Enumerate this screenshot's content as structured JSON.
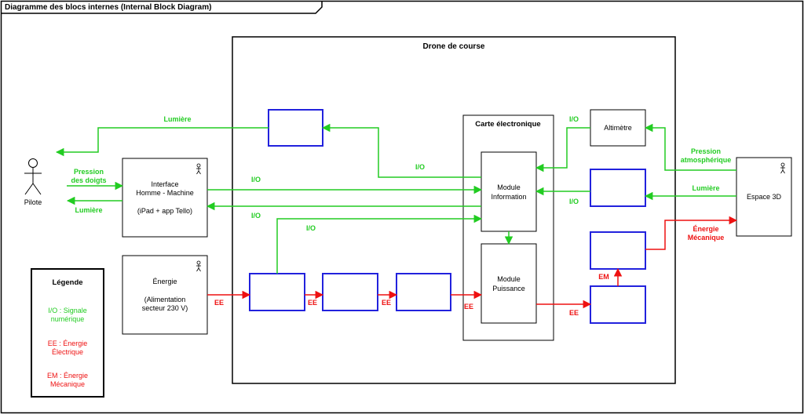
{
  "frame": {
    "title": "Diagramme des blocs internes (Internal Block Diagram)"
  },
  "system": {
    "title": "Drone de course"
  },
  "carte": {
    "title": "Carte électronique"
  },
  "blocks": {
    "module_info": [
      "Module",
      "Information"
    ],
    "module_puissance": [
      "Module",
      "Puissance"
    ],
    "altimetre": "Altimètre"
  },
  "actors": {
    "pilote": "Pilote",
    "ihm": [
      "Interface",
      "Homme - Machine",
      "(iPad + app Tello)"
    ],
    "energie": [
      "Énergie",
      "(Alimentation",
      "secteur 230 V)"
    ],
    "espace": "Espace 3D"
  },
  "flows": {
    "lumiere_top": "Lumière",
    "pression_doigts": [
      "Pression",
      "des doigts"
    ],
    "lumiere_pilote": "Lumière",
    "io_1": "I/O",
    "io_2": "I/O",
    "io_3": "I/O",
    "io_4": "I/O",
    "io_alt": "I/O",
    "io_right": "I/O",
    "pression_atm": [
      "Pression",
      "atmosphérique"
    ],
    "lumiere_right": "Lumière",
    "energie_meca": [
      "Énergie",
      "Mécanique"
    ],
    "ee_1": "EE",
    "ee_2": "EE",
    "ee_3": "EE",
    "ee_4": "EE",
    "ee_5": "EE",
    "em": "EM"
  },
  "legend": {
    "title": "Légende",
    "io": [
      "I/O : Signale",
      "numérique"
    ],
    "ee": [
      "EE : Énergie",
      "Électrique"
    ],
    "em": [
      "EM : Énergie",
      "Mécanique"
    ]
  },
  "colors": {
    "info": "#22cc22",
    "energy": "#ee1111",
    "block_border": "#2222dd",
    "frame": "#000000"
  }
}
